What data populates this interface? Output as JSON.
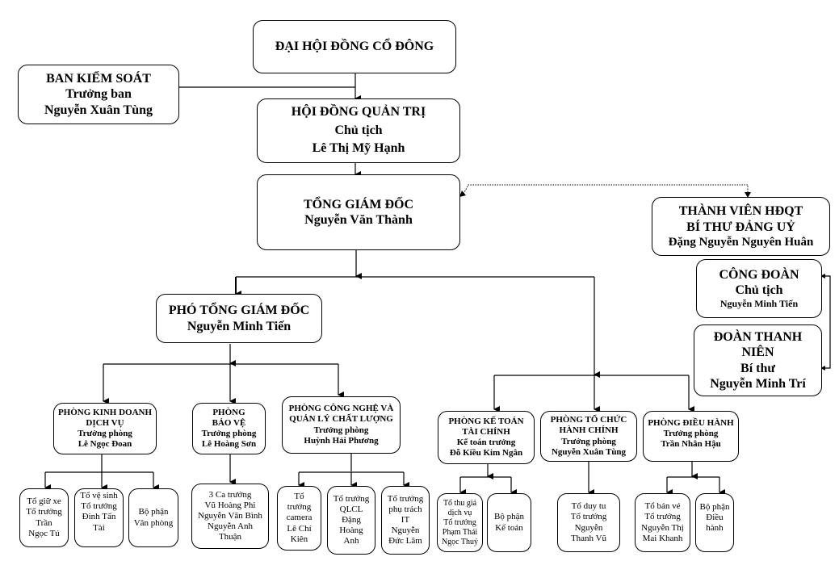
{
  "title": "Sơ đồ tổ chức",
  "nodes": {
    "dhdcd": {
      "lines": [
        "ĐẠI HỘI ĐỒNG CỔ ĐÔNG"
      ]
    },
    "bks": {
      "lines": [
        "BAN KIỂM SOÁT",
        "Trưởng ban",
        "Nguyễn Xuân Tùng"
      ]
    },
    "hdqt": {
      "lines": [
        "HỘI ĐỒNG QUẢN TRỊ",
        "Chủ tịch",
        "Lê Thị Mỹ Hạnh"
      ]
    },
    "tgd": {
      "lines": [
        "TỔNG GIÁM ĐỐC",
        "Nguyễn Văn Thành"
      ]
    },
    "tvhdqt": {
      "lines": [
        "THÀNH VIÊN HĐQT",
        "BÍ THƯ ĐẢNG UỶ",
        "Đặng Nguyễn Nguyên Huân"
      ]
    },
    "congdoan": {
      "lines": [
        "CÔNG ĐOÀN",
        "Chủ tịch",
        "Nguyễn Minh Tiến"
      ]
    },
    "doanthanhnien": {
      "lines": [
        "ĐOÀN THANH NIÊN",
        "Bí thư",
        "Nguyễn Minh Trí"
      ]
    },
    "ptgd": {
      "lines": [
        "PHÓ TỔNG GIÁM ĐỐC",
        "Nguyễn Minh Tiến"
      ]
    },
    "kinhdoanh": {
      "lines": [
        "PHÒNG KINH DOANH",
        "DỊCH VỤ",
        "Trưởng phòng",
        "Lê Ngọc Đoan"
      ]
    },
    "baove": {
      "lines": [
        "PHÒNG",
        "BẢO VỆ",
        "Trưởng phòng",
        "Lê Hoàng Sơn"
      ]
    },
    "congnghe": {
      "lines": [
        "PHÒNG CÔNG NGHỆ VÀ",
        "QUẢN LÝ CHẤT LƯỢNG",
        "Trưởng phòng",
        "Huỳnh Hải Phương"
      ]
    },
    "ketoan": {
      "lines": [
        "PHÒNG KẾ TOÁN",
        "TÀI CHÍNH",
        "Kế toán trưởng",
        "Đỗ Kiều Kim Ngân"
      ]
    },
    "tochuc": {
      "lines": [
        "PHÒNG TỔ CHỨC",
        "HÀNH CHÍNH",
        "Trưởng phòng",
        "Nguyễn Xuân Tùng"
      ]
    },
    "dieuhanh": {
      "lines": [
        "PHÒNG ĐIỀU HÀNH",
        "Trưởng phòng",
        "Trần Nhân Hậu"
      ]
    },
    "togiuxe": {
      "lines": [
        "Tổ giữ xe",
        "Tổ trưởng",
        "Trần",
        "Ngọc Tú"
      ]
    },
    "tovesinh": {
      "lines": [
        "Tổ vệ sinh",
        "Tổ trưởng",
        "Đinh Tấn",
        "Tài"
      ]
    },
    "vanphong": {
      "lines": [
        "Bộ phận",
        "Văn phòng"
      ]
    },
    "catruong": {
      "lines": [
        "3 Ca trưởng",
        "Vũ Hoàng Phi",
        "Nguyễn Văn Bình",
        "Nguyễn Anh",
        "Thuận"
      ]
    },
    "tocamera": {
      "lines": [
        "Tổ",
        "trưởng",
        "camera",
        "Lê Chí",
        "Kiên"
      ]
    },
    "toqlcl": {
      "lines": [
        "Tổ trưởng",
        "QLCL",
        "Đặng",
        "Hoàng",
        "Anh"
      ]
    },
    "toit": {
      "lines": [
        "Tổ trưởng",
        "phụ trách",
        "IT",
        "Nguyễn",
        "Đức Lâm"
      ]
    },
    "tothugia": {
      "lines": [
        "Tổ thu giá",
        "dịch vụ",
        "Tổ trưởng",
        "Phạm Thái",
        "Ngọc Thuý"
      ]
    },
    "bpketoan": {
      "lines": [
        "Bộ phận",
        "Kế toán"
      ]
    },
    "toduytu": {
      "lines": [
        "Tổ duy tu",
        "Tổ trưởng",
        "Nguyễn",
        "Thanh Vũ"
      ]
    },
    "tobanve": {
      "lines": [
        "Tổ bán vé",
        "Tổ trưởng",
        "Nguyễn Thị",
        "Mai Khanh"
      ]
    },
    "bpdieuhanh": {
      "lines": [
        "Bộ phận",
        "Điều",
        "hành"
      ]
    }
  }
}
